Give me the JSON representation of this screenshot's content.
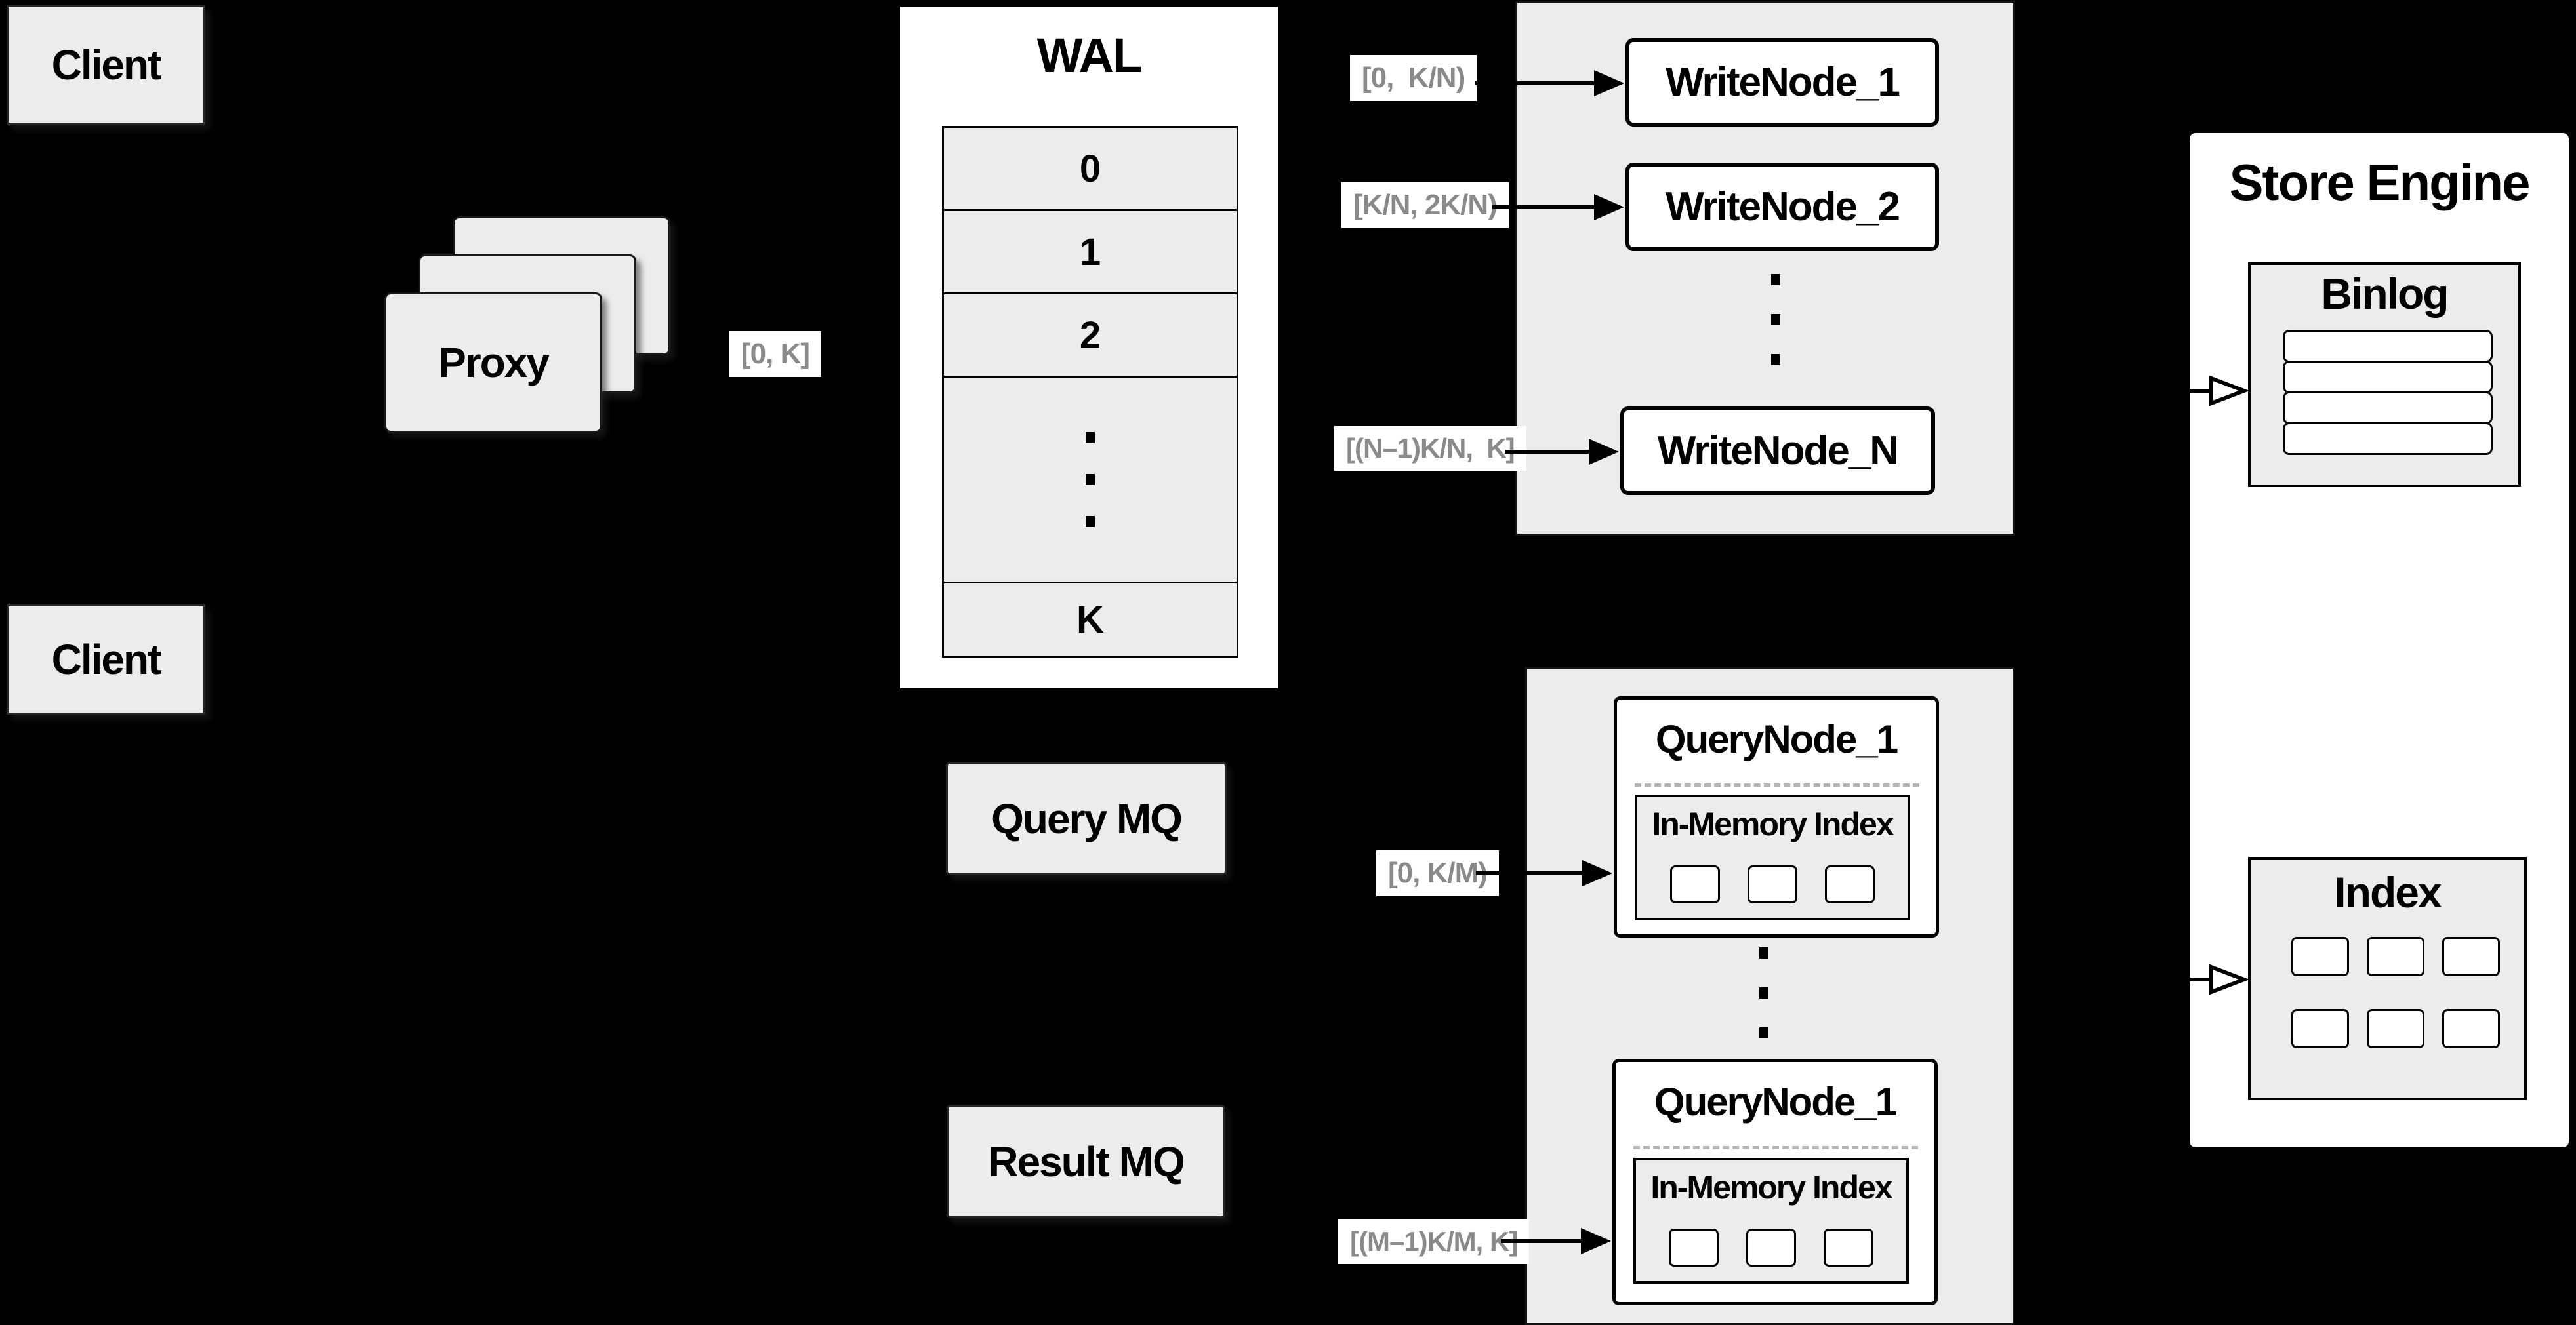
{
  "colors": {
    "background": "#000000",
    "panel_fill": "#ececec",
    "node_fill": "#ffffff",
    "border": "#000000",
    "range_label_text": "#8a8a8a"
  },
  "clients": {
    "top_label": "Client",
    "bottom_label": "Client"
  },
  "proxy": {
    "label": "Proxy"
  },
  "wal": {
    "title": "WAL",
    "cells": [
      "0",
      "1",
      "2",
      "K"
    ]
  },
  "range_labels": {
    "proxy_to_wal": "[0, K]",
    "to_writenode_1": "[0,  K/N)",
    "to_writenode_2": "[K/N, 2K/N)",
    "to_writenode_n": "[(N–1)K/N,  K]",
    "to_querynode_1": "[0, K/M)",
    "to_querynode_m": "[(M–1)K/M, K]"
  },
  "write_nodes": {
    "node_1": "WriteNode_1",
    "node_2": "WriteNode_2",
    "node_n": "WriteNode_N"
  },
  "mq": {
    "query": "Query MQ",
    "result": "Result MQ"
  },
  "query_nodes": {
    "node_1": {
      "title": "QueryNode_1",
      "inmem_title": "In-Memory Index"
    },
    "node_2": {
      "title": "QueryNode_1",
      "inmem_title": "In-Memory Index"
    }
  },
  "store_engine": {
    "title": "Store Engine",
    "binlog_title": "Binlog",
    "index_title": "Index"
  }
}
